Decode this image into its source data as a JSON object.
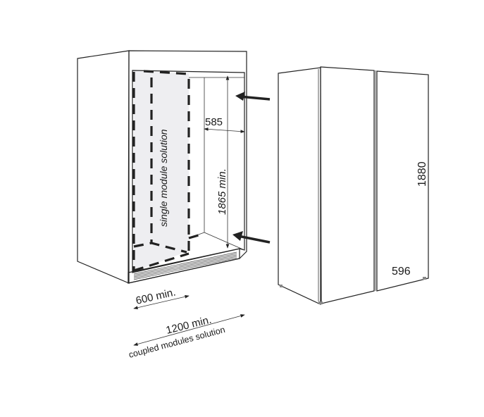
{
  "labels": {
    "inner_width": "585",
    "inner_height": "1865 min.",
    "single_module": "single module solution",
    "single_width": "600 min.",
    "coupled_width": "1200 min.",
    "coupled_modules": "coupled modules solution",
    "appliance_height": "1880",
    "appliance_width": "596"
  },
  "colors": {
    "panel_fill": "#f1f1f3",
    "line": "#222222"
  }
}
